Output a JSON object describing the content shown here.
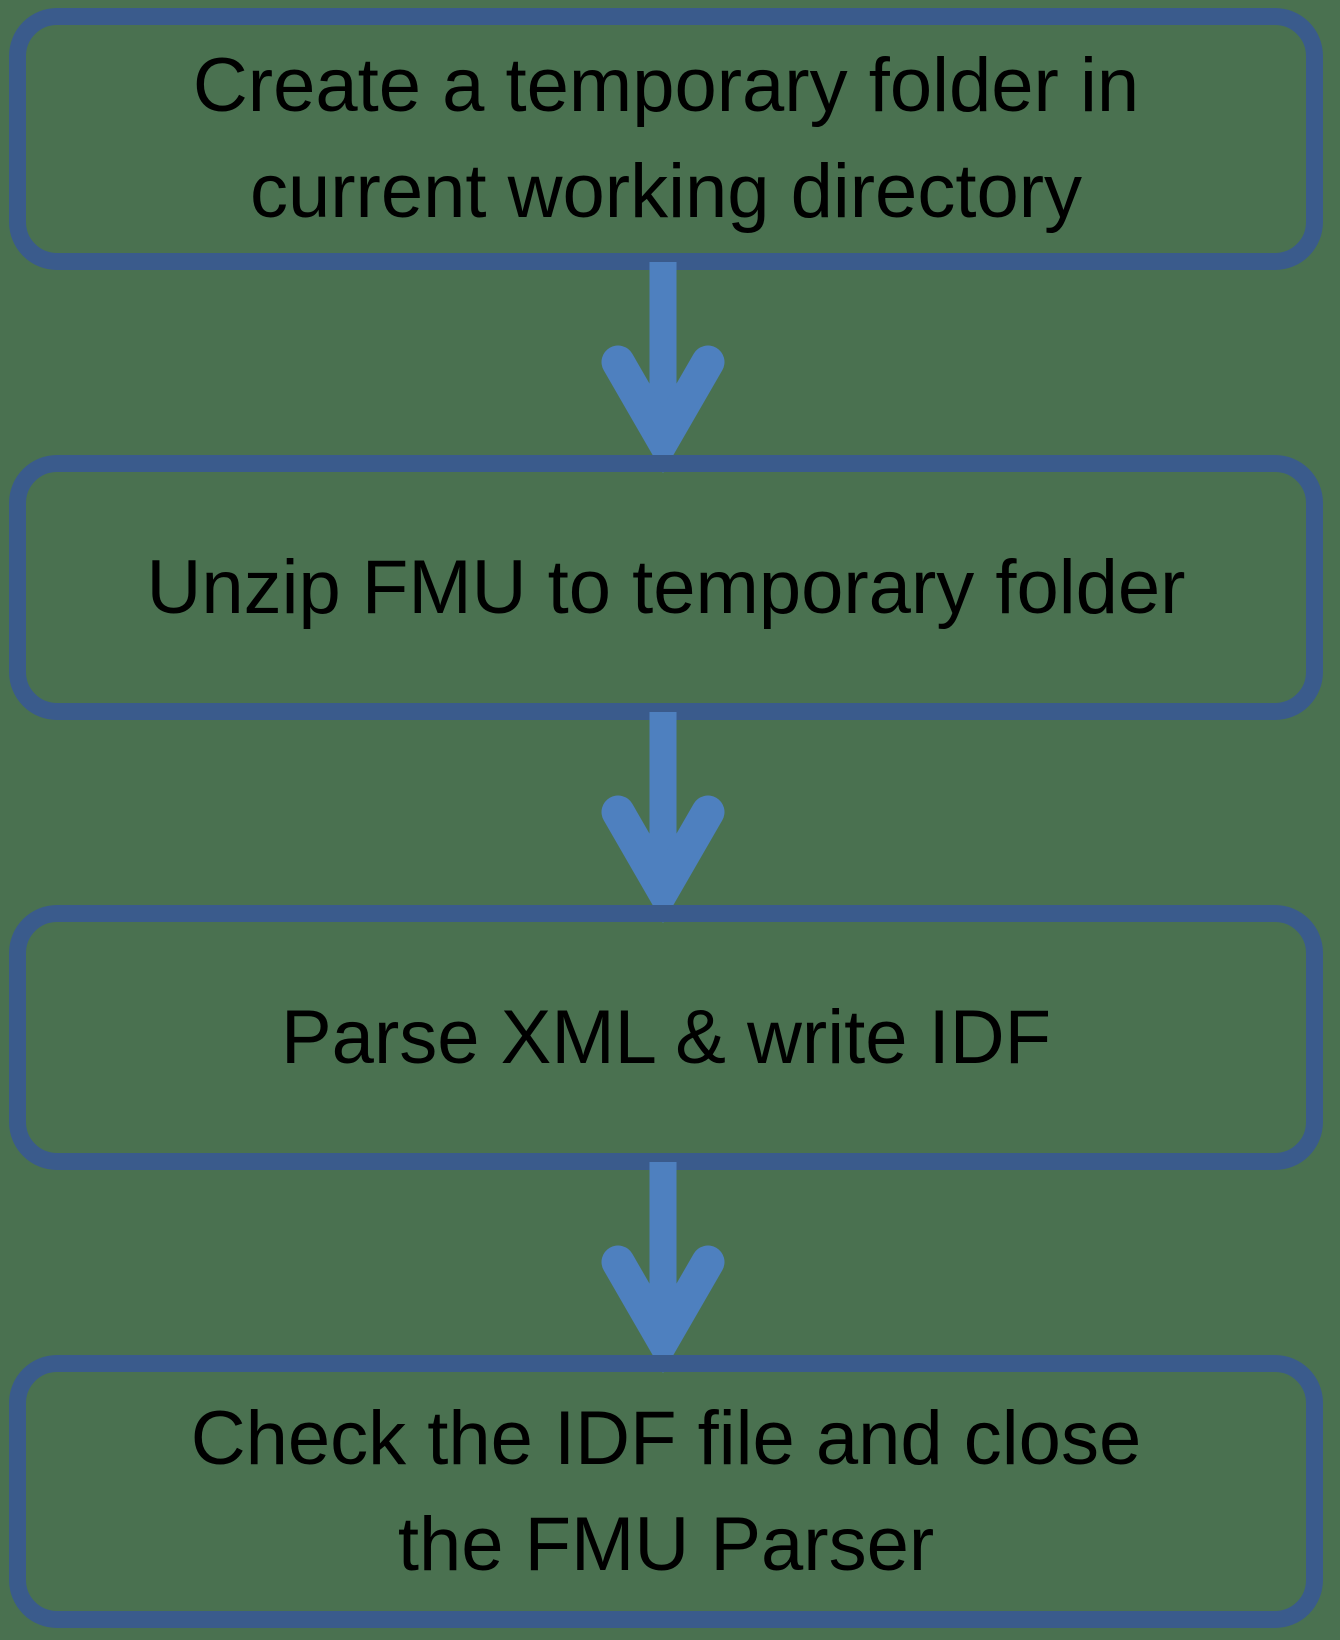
{
  "colors": {
    "bg": "#4a7150",
    "border": "#3a5b8c",
    "arrow": "#4e80bf",
    "text": "#000000"
  },
  "flowchart": {
    "steps": [
      {
        "lines": [
          "Create a temporary folder in",
          "current working directory"
        ]
      },
      {
        "lines": [
          "Unzip FMU to temporary folder"
        ]
      },
      {
        "lines": [
          "Parse XML & write IDF"
        ]
      },
      {
        "lines": [
          "Check the IDF file and close",
          "the FMU Parser"
        ]
      }
    ],
    "connector": "down-arrow"
  }
}
